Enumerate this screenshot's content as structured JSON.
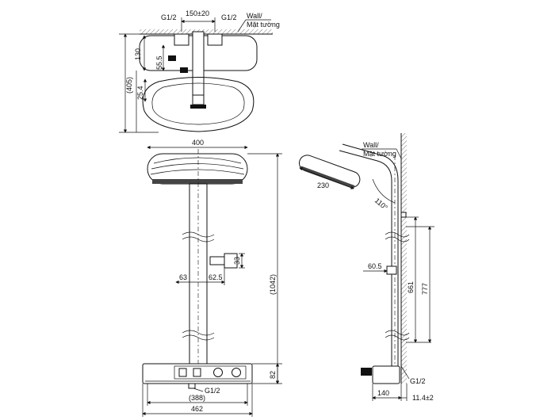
{
  "labels": {
    "top_g12_left": "G1/2",
    "top_spacing": "150±20",
    "top_g12_right": "G1/2",
    "wall_top": "Wall/",
    "wall_top_vn": "Mặt tường",
    "dim_130": "130",
    "dim_55_5": "55.5",
    "dim_405": "(405)",
    "dim_25_4": "25.4",
    "head_width": "400",
    "dim_33": "33",
    "dim_63": "63",
    "dim_62_5": "62.5",
    "dim_1042": "(1042)",
    "dim_82": "82",
    "bottom_g12": "G1/2",
    "dim_388": "(388)",
    "dim_462": "462",
    "wall_side": "Wall/",
    "wall_side_vn": "Mặt tường",
    "head_dia": "230",
    "angle": "110°",
    "dim_60_5": "60.5",
    "dim_661": "661",
    "dim_777": "777",
    "side_g12": "G1/2",
    "dim_140": "140",
    "dim_11_4": "11.4±2"
  }
}
